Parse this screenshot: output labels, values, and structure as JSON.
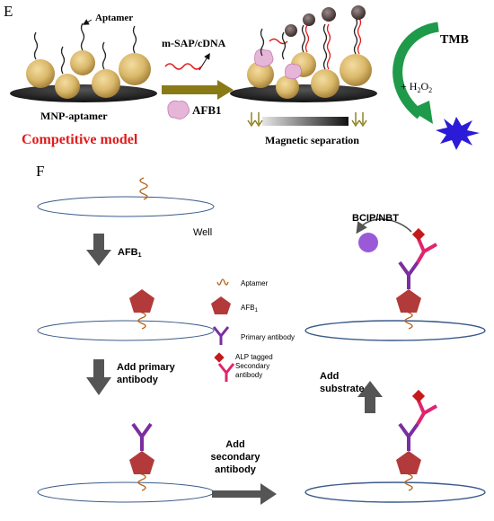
{
  "panel_e": {
    "letter": "E",
    "aptamer_label": "Aptamer",
    "msap_label": "m-SAP/cDNA",
    "afb1_label": "AFB1",
    "mnp_label": "MNP-aptamer",
    "model_label": "Competitive model",
    "magnetic_label": "Magnetic separation",
    "tmb_label": "TMB",
    "h2o2_label": "+ H",
    "h2o2_sub": "2",
    "h2o2_o": "O",
    "h2o2_sub2": "2",
    "colors": {
      "model_red": "#e21b1b",
      "arrow_gold": "#8a7a16",
      "arrow_green": "#1e9a4a",
      "burst_blue": "#2b1bd8"
    }
  },
  "panel_f": {
    "letter": "F",
    "well_label": "Well",
    "step1_label": "AFB",
    "step1_sub": "1",
    "step2_label_line1": "Add primary",
    "step2_label_line2": "antibody",
    "step3_label_line1": "Add",
    "step3_label_line2": "secondary",
    "step3_label_line3": "antibody",
    "step4_label_line1": "Add",
    "step4_label_line2": "substrate",
    "substrate_label": "BCIP/NBT",
    "legend": {
      "aptamer": "Aptamer",
      "afb1": "AFB",
      "afb1_sub": "1",
      "primary": "Primary antibody",
      "secondary_line1": "ALP tagged",
      "secondary_line2": "Secondary",
      "secondary_line3": "antibody"
    },
    "colors": {
      "well_stroke": "#3a5a8a",
      "aptamer": "#b5651d",
      "afb1": "#b23a3a",
      "primary": "#7a2ea0",
      "secondary": "#e0246e",
      "alp": "#c41a1a",
      "product": "#9a5ad8",
      "arrow_gray": "#555555"
    }
  }
}
